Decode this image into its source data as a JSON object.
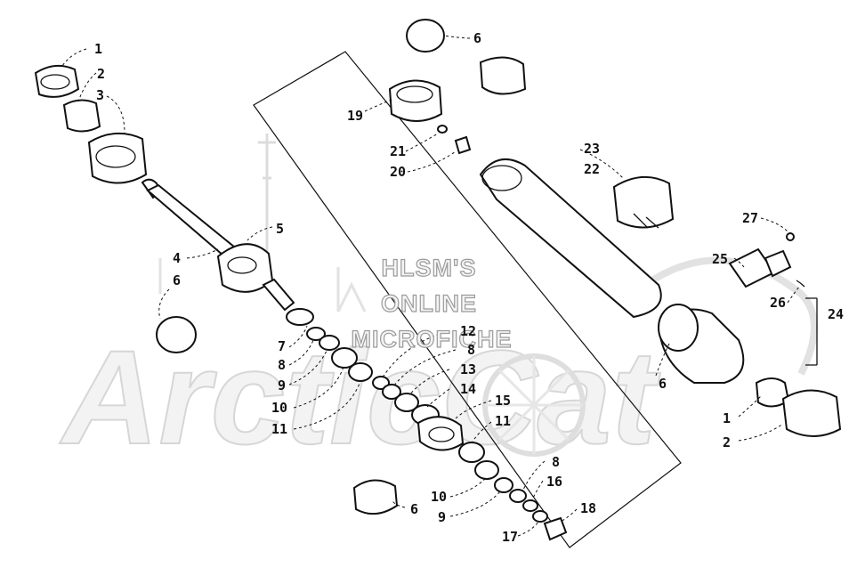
{
  "watermark": {
    "lines": [
      "HLSM'S",
      "ONLINE",
      "MICROFICHE"
    ],
    "brand": "ArcticCat"
  },
  "labels": [
    {
      "id": "l1a",
      "text": "1"
    },
    {
      "id": "l2a",
      "text": "2"
    },
    {
      "id": "l3",
      "text": "3"
    },
    {
      "id": "l4",
      "text": "4"
    },
    {
      "id": "l5",
      "text": "5"
    },
    {
      "id": "l6a",
      "text": "6"
    },
    {
      "id": "l6b",
      "text": "6"
    },
    {
      "id": "l6c",
      "text": "6"
    },
    {
      "id": "l6d",
      "text": "6"
    },
    {
      "id": "l7",
      "text": "7"
    },
    {
      "id": "l8a",
      "text": "8"
    },
    {
      "id": "l8b",
      "text": "8"
    },
    {
      "id": "l8c",
      "text": "8"
    },
    {
      "id": "l9a",
      "text": "9"
    },
    {
      "id": "l9b",
      "text": "9"
    },
    {
      "id": "l10a",
      "text": "10"
    },
    {
      "id": "l10b",
      "text": "10"
    },
    {
      "id": "l11a",
      "text": "11"
    },
    {
      "id": "l11b",
      "text": "11"
    },
    {
      "id": "l12",
      "text": "12"
    },
    {
      "id": "l13",
      "text": "13"
    },
    {
      "id": "l14",
      "text": "14"
    },
    {
      "id": "l15",
      "text": "15"
    },
    {
      "id": "l16",
      "text": "16"
    },
    {
      "id": "l17",
      "text": "17"
    },
    {
      "id": "l18",
      "text": "18"
    },
    {
      "id": "l19",
      "text": "19"
    },
    {
      "id": "l20",
      "text": "20"
    },
    {
      "id": "l21",
      "text": "21"
    },
    {
      "id": "l22",
      "text": "22"
    },
    {
      "id": "l23",
      "text": "23"
    },
    {
      "id": "l24",
      "text": "24"
    },
    {
      "id": "l25",
      "text": "25"
    },
    {
      "id": "l26",
      "text": "26"
    },
    {
      "id": "l27",
      "text": "27"
    },
    {
      "id": "l1b",
      "text": "1"
    },
    {
      "id": "l2b",
      "text": "2"
    }
  ]
}
